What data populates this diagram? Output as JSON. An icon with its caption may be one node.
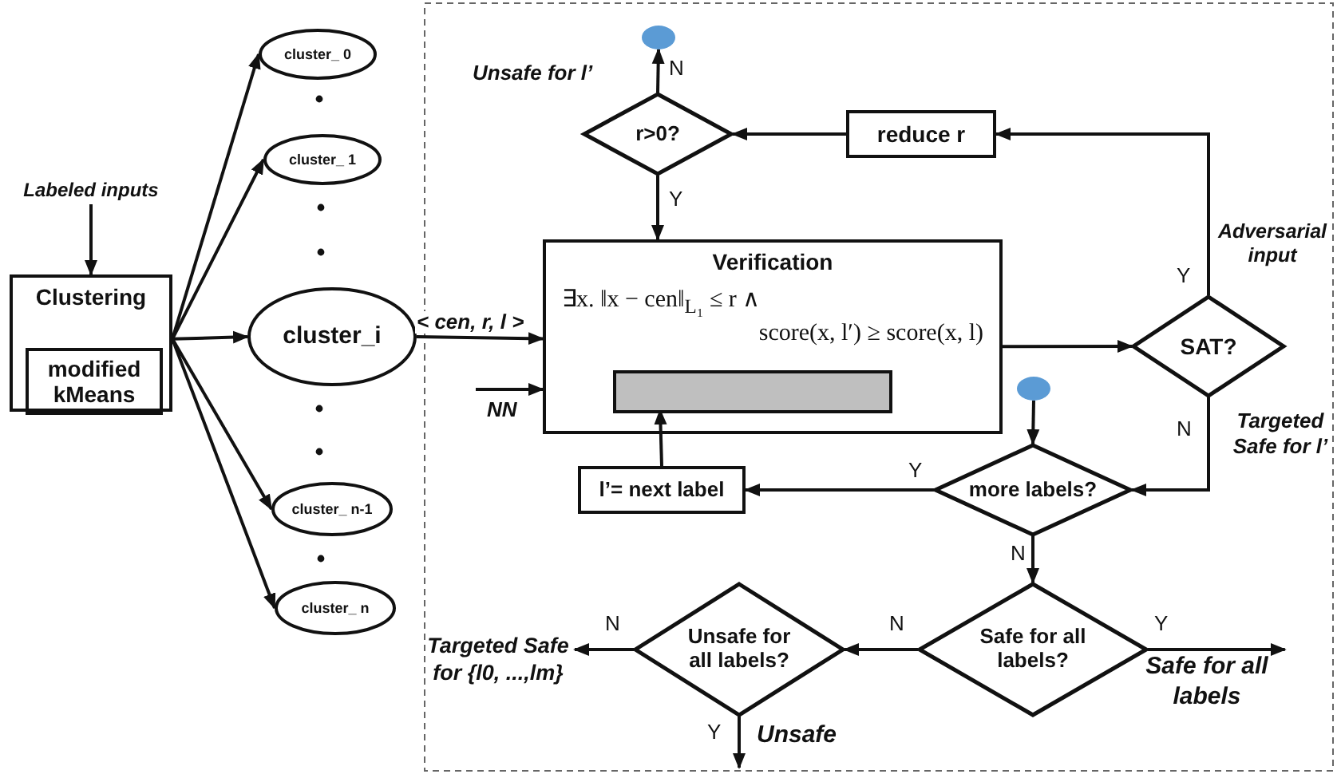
{
  "diagram": {
    "nodes": [
      {
        "text": [
          "Labeled inputs"
        ]
      },
      {
        "text": [
          "Clustering"
        ]
      },
      {
        "text": [
          "modified kMeans"
        ],
        "in": 1
      },
      {
        "text": [
          "cluster_ 0"
        ]
      },
      {
        "text": [
          "cluster_ 1"
        ]
      },
      {
        "text": [
          "cluster_i"
        ]
      },
      {
        "text": [
          "cluster_ n-1"
        ]
      },
      {
        "text": [
          "cluster_ n"
        ]
      },
      {
        "text": [],
        "shape": "circle"
      },
      {
        "text": [
          "r>0?"
        ]
      },
      {
        "text": [
          "reduce r"
        ]
      },
      {
        "text": [
          "Verification",
          "∃x.  ‖x − cen‖$_{L₁}$ ≤ r  ∧",
          "score(x, l′) ≥ score(x, l)"
        ]
      },
      {
        "text": [],
        "shape": "box",
        "in": 11
      },
      {
        "text": [
          "SAT?"
        ]
      },
      {
        "text": [],
        "shape": "circle"
      },
      {
        "text": [
          "more labels?"
        ]
      },
      {
        "text": [
          "l’= next label"
        ]
      },
      {
        "text": [
          "Safe for all labels?"
        ]
      },
      {
        "text": [
          "Unsafe for all labels?"
        ]
      },
      {
        "text": [
          "Targeted Safe for {l0, ...,lm}"
        ]
      },
      {
        "text": [
          "Safe for all labels"
        ]
      }
    ],
    "edges": [
      {
        "from": 0,
        "to": 1,
        "arrow": "to"
      },
      {
        "from": 1,
        "to": 3,
        "arrow": "to"
      },
      {
        "from": 1,
        "to": 4,
        "arrow": "to"
      },
      {
        "from": 1,
        "to": 5,
        "arrow": "to"
      },
      {
        "from": 1,
        "to": 6,
        "arrow": "to"
      },
      {
        "from": 1,
        "to": 7,
        "arrow": "to"
      },
      {
        "from": 5,
        "to": 11,
        "arrow": "to",
        "label": "< cen, r, l >"
      },
      {
        "from": null,
        "to": 11,
        "arrow": "to",
        "label": "NN"
      },
      {
        "from": 9,
        "to": 8,
        "arrow": "to",
        "label": "N"
      },
      {
        "from": 9,
        "to": 11,
        "arrow": "to",
        "label": "Y"
      },
      {
        "from": 10,
        "to": 9,
        "arrow": "to"
      },
      {
        "from": 11,
        "to": 13,
        "arrow": "to"
      },
      {
        "from": 13,
        "to": 10,
        "arrow": "to",
        "label": "Y"
      },
      {
        "from": 13,
        "to": 15,
        "arrow": "to",
        "label": "N"
      },
      {
        "from": 14,
        "to": 15,
        "arrow": "to"
      },
      {
        "from": 15,
        "to": 16,
        "arrow": "to",
        "label": "Y"
      },
      {
        "from": 16,
        "to": 12,
        "arrow": "to"
      },
      {
        "from": 15,
        "to": 17,
        "arrow": "to",
        "label": "N"
      },
      {
        "from": 17,
        "to": 18,
        "arrow": "to",
        "label": "N"
      },
      {
        "from": 17,
        "to": 20,
        "arrow": "to",
        "label": "Y"
      },
      {
        "from": 18,
        "to": 19,
        "arrow": "to",
        "label": "N"
      },
      {
        "from": 18,
        "to": null,
        "arrow": "to",
        "label": "Y"
      }
    ],
    "labels": [
      "Unsafe for l’",
      "Adversarial input",
      "Targeted Safe for l’",
      "Unsafe"
    ]
  }
}
